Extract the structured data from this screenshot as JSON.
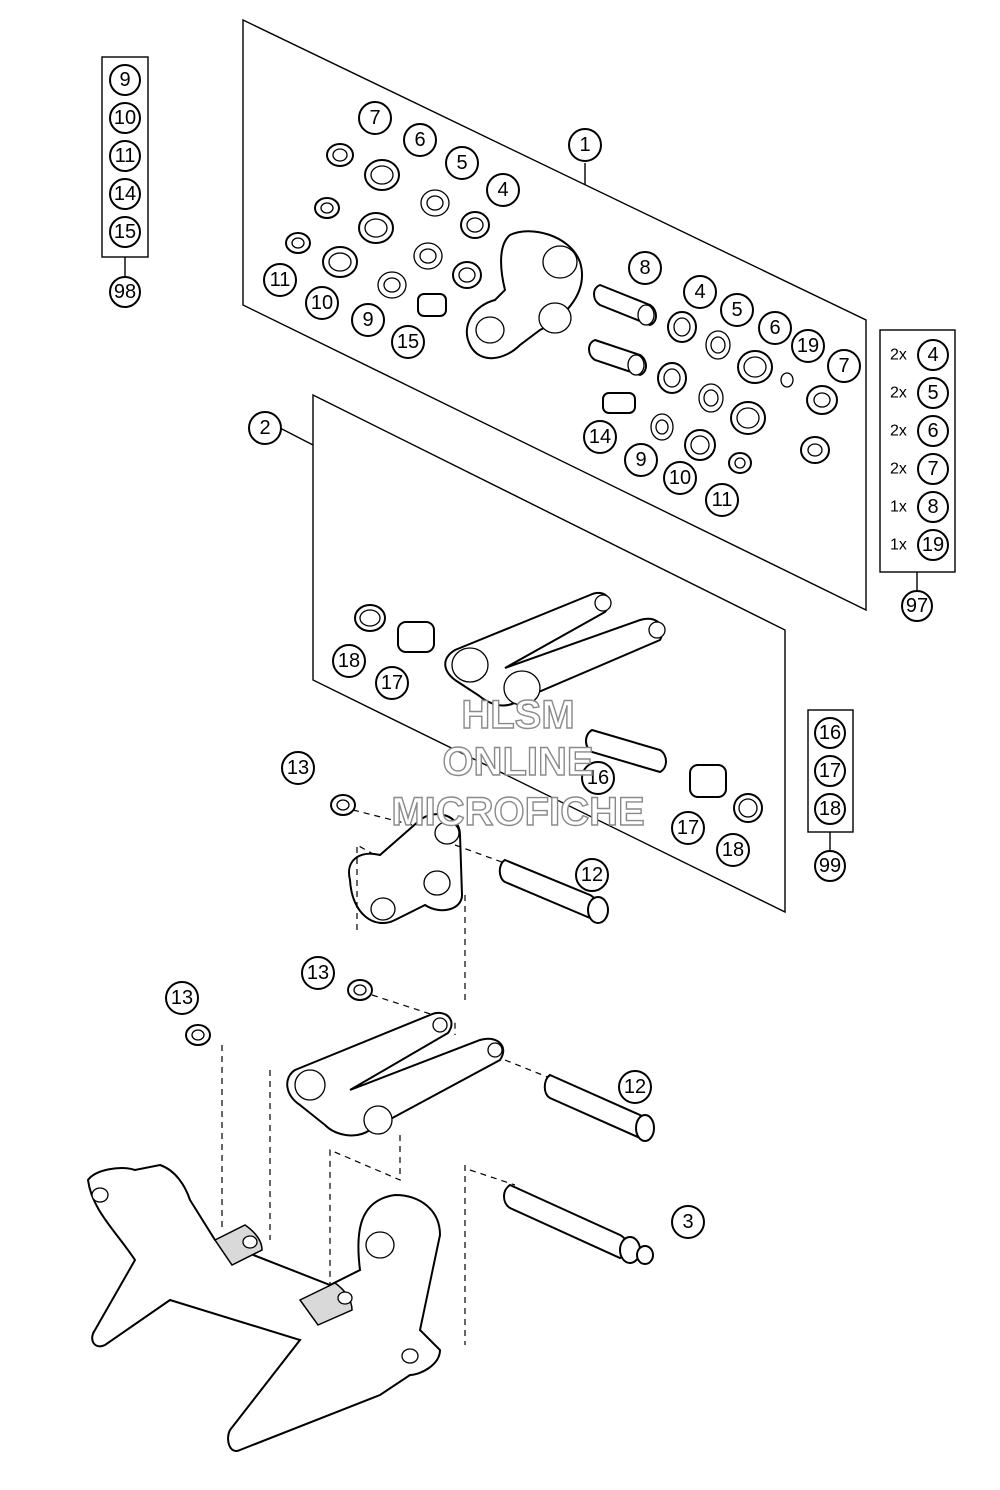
{
  "callouts": {
    "p1": "1",
    "p2": "2",
    "p3": "3",
    "k_g1_7": "7",
    "k_g1_6": "6",
    "k_g1_5": "5",
    "k_g1_4": "4",
    "k_g1_11": "11",
    "k_g1_10": "10",
    "k_g1_9": "9",
    "k_g1_15": "15",
    "k_g1_8": "8",
    "k_g1_4b": "4",
    "k_g1_5b": "5",
    "k_g1_6b": "6",
    "k_g1_19": "19",
    "k_g1_7b": "7",
    "k_g1_14": "14",
    "k_g1_9b": "9",
    "k_g1_10b": "10",
    "k_g1_11b": "11",
    "k_g2_18": "18",
    "k_g2_17": "17",
    "k_g2_16": "16",
    "k_g2_17b": "17",
    "k_g2_18b": "18",
    "k_13a": "13",
    "k_12a": "12",
    "k_13b": "13",
    "k_13c": "13",
    "k_12b": "12"
  },
  "kit98": {
    "items": [
      "9",
      "10",
      "11",
      "14",
      "15"
    ],
    "kit": "98"
  },
  "kit97": {
    "items": [
      {
        "qty": "2x",
        "part": "4"
      },
      {
        "qty": "2x",
        "part": "5"
      },
      {
        "qty": "2x",
        "part": "6"
      },
      {
        "qty": "2x",
        "part": "7"
      },
      {
        "qty": "1x",
        "part": "8"
      },
      {
        "qty": "1x",
        "part": "19"
      }
    ],
    "kit": "97"
  },
  "kit99": {
    "items": [
      "16",
      "17",
      "18"
    ],
    "kit": "99"
  },
  "watermark": {
    "line1": "HLSM",
    "line2": "ONLINE",
    "line3": "MICROFICHE"
  }
}
